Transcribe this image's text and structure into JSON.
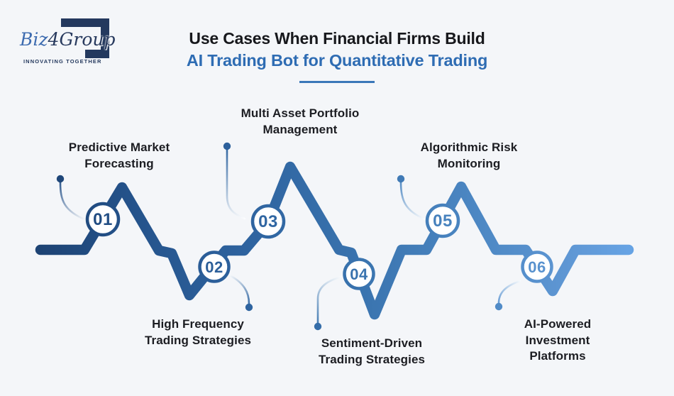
{
  "brand": {
    "wordmark_left": "Biz",
    "wordmark_digit": "4",
    "wordmark_right": "Group",
    "tagline": "INNOVATING TOGETHER"
  },
  "header": {
    "title_line1": "Use Cases When Financial Firms Build",
    "title_line2": "AI Trading Bot for Quantitative Trading"
  },
  "use_cases": [
    {
      "number": "01",
      "label": "Predictive Market\nForecasting"
    },
    {
      "number": "02",
      "label": "High Frequency\nTrading Strategies"
    },
    {
      "number": "03",
      "label": "Multi Asset Portfolio\nManagement"
    },
    {
      "number": "04",
      "label": "Sentiment-Driven\nTrading Strategies"
    },
    {
      "number": "05",
      "label": "Algorithmic Risk\nMonitoring"
    },
    {
      "number": "06",
      "label": "AI-Powered\nInvestment Platforms"
    }
  ],
  "palette": {
    "background": "#f4f6f9",
    "accent_blue": "#2e6cb3",
    "wave_dark": "#1d4374",
    "wave_light": "#66a3e4",
    "logo_navy": "#24395e",
    "logo_blue": "#3e6cb0",
    "label_text": "#1c1d22"
  }
}
